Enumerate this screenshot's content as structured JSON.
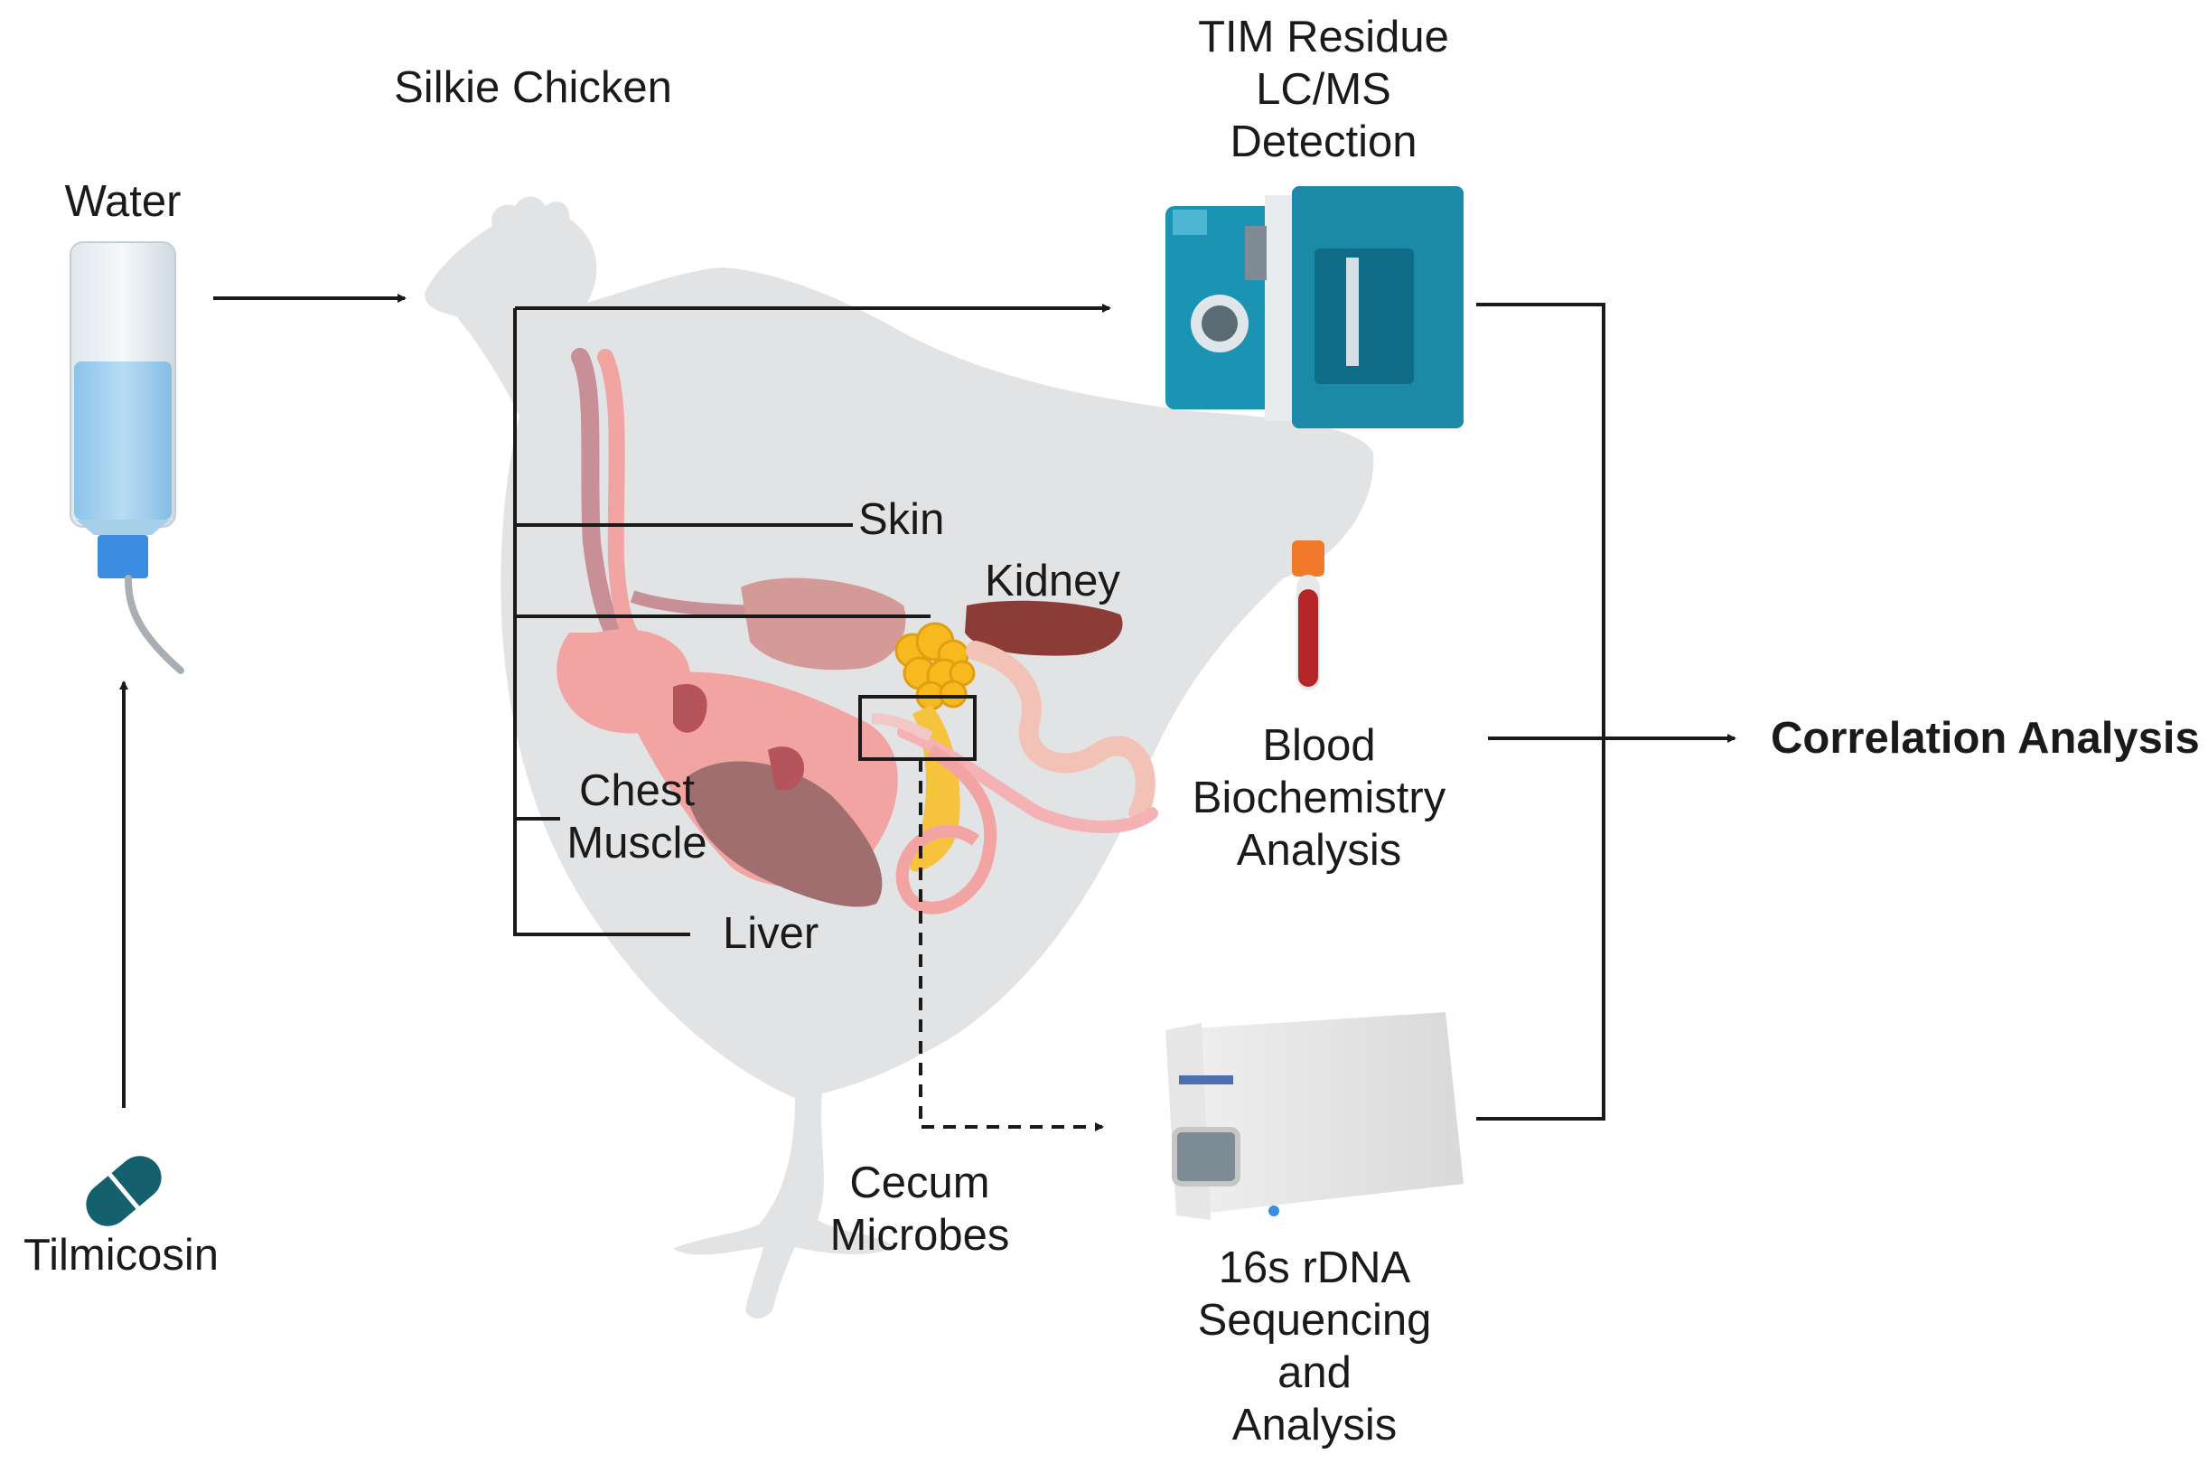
{
  "labels": {
    "water": "Water",
    "tilmicosin": "Tilmicosin",
    "silkie": "Silkie Chicken",
    "tim": [
      "TIM Residue",
      "LC/MS",
      "Detection"
    ],
    "skin": "Skin",
    "kidney": "Kidney",
    "chest": [
      "Chest",
      "Muscle"
    ],
    "liver": "Liver",
    "cecum": [
      "Cecum",
      "Microbes"
    ],
    "blood": [
      "Blood",
      "Biochemistry",
      "Analysis"
    ],
    "seq": [
      "16s rDNA",
      "Sequencing",
      "and",
      "Analysis"
    ],
    "correlation": "Correlation Analysis"
  },
  "icons": {
    "bottle": "water-bottle-icon",
    "pill": "pill-capsule-icon",
    "chicken": "chicken-silhouette-icon",
    "organs": "digestive-organs-icon",
    "lcms": "lc-ms-instrument-icon",
    "tube": "blood-tube-icon",
    "sequencer": "sequencer-icon"
  },
  "colors": {
    "chicken": "#e2e3e5",
    "organ_pink": "#f2a4a2",
    "kidney": "#8c3b36",
    "liver": "#a06e6e",
    "fat": "#f6b91e",
    "instrument_teal": "#1b93b3",
    "blood": "#b5262b",
    "tube_cap": "#f07a2a",
    "pill": "#15606e",
    "water": "#a9d3ee",
    "line": "#1a1a1a"
  }
}
